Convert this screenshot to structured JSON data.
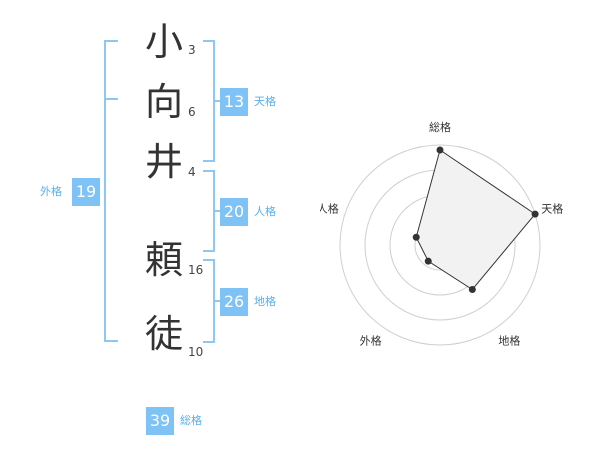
{
  "name_chars": [
    {
      "char": "小",
      "strokes": "3"
    },
    {
      "char": "向",
      "strokes": "6"
    },
    {
      "char": "井",
      "strokes": "4"
    },
    {
      "char": "頼",
      "strokes": "16"
    },
    {
      "char": "徒",
      "strokes": "10"
    }
  ],
  "kakusu": {
    "tenkaku": {
      "value": "13",
      "label": "天格"
    },
    "jinkaku": {
      "value": "20",
      "label": "人格"
    },
    "chikaku": {
      "value": "26",
      "label": "地格"
    },
    "gaikaku": {
      "value": "19",
      "label": "外格"
    },
    "soukaku": {
      "value": "39",
      "label": "総格"
    }
  },
  "colors": {
    "accent": "#7fc2f5",
    "bracket": "#8cc8f2",
    "radar_fill": "#f2f2f2",
    "grid": "#cfcfcf"
  },
  "chart_data": {
    "type": "radar",
    "axes": [
      "総格",
      "天格",
      "地格",
      "外格",
      "人格"
    ],
    "values": [
      0.95,
      1.0,
      0.55,
      0.2,
      0.25
    ],
    "rings": 4
  }
}
